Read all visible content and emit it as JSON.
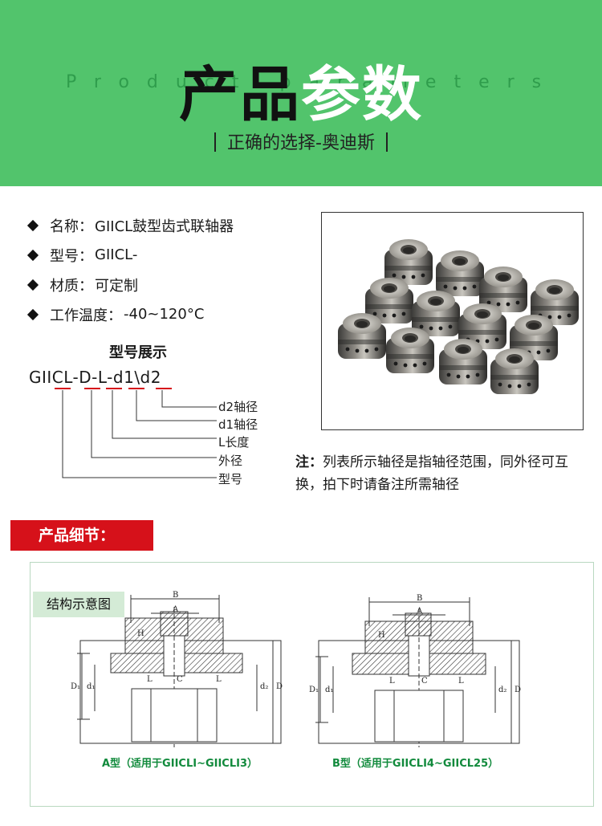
{
  "banner": {
    "subtitle": "Product parameters",
    "title_a": "产品",
    "title_b": "参数",
    "slogan": "正确的选择-奥迪斯"
  },
  "params": [
    {
      "key": "名称：",
      "value": "GIICL鼓型齿式联轴器"
    },
    {
      "key": "型号：",
      "value": "GIICL-"
    },
    {
      "key": "材质：",
      "value": "可定制"
    },
    {
      "key": "工作温度：",
      "value": "-40~120°C"
    }
  ],
  "model": {
    "title": "型号展示",
    "code": "GIICL-D-L-d1\\d2",
    "labels": [
      "d2轴径",
      "d1轴径",
      "L长度",
      "外径",
      "型号"
    ]
  },
  "note": {
    "head": "注：",
    "text": "列表所示轴径是指轴径范围，同外径可互换，拍下时请备注所需轴径"
  },
  "details": {
    "label": "产品细节："
  },
  "structure": {
    "label": "结构示意图",
    "caption_a": "A型（适用于GIICLI~GIICLI3）",
    "caption_b": "B型（适用于GIICLI4~GIICL25）",
    "dims": {
      "B": "B",
      "A": "A",
      "H": "H",
      "L": "L",
      "C": "C",
      "D": "D",
      "D1": "D₁",
      "d1": "d₁",
      "d2": "d₂"
    }
  },
  "colors": {
    "banner": "#52c46c",
    "accent_red": "#d6111a",
    "caption_green": "#118a3c"
  }
}
